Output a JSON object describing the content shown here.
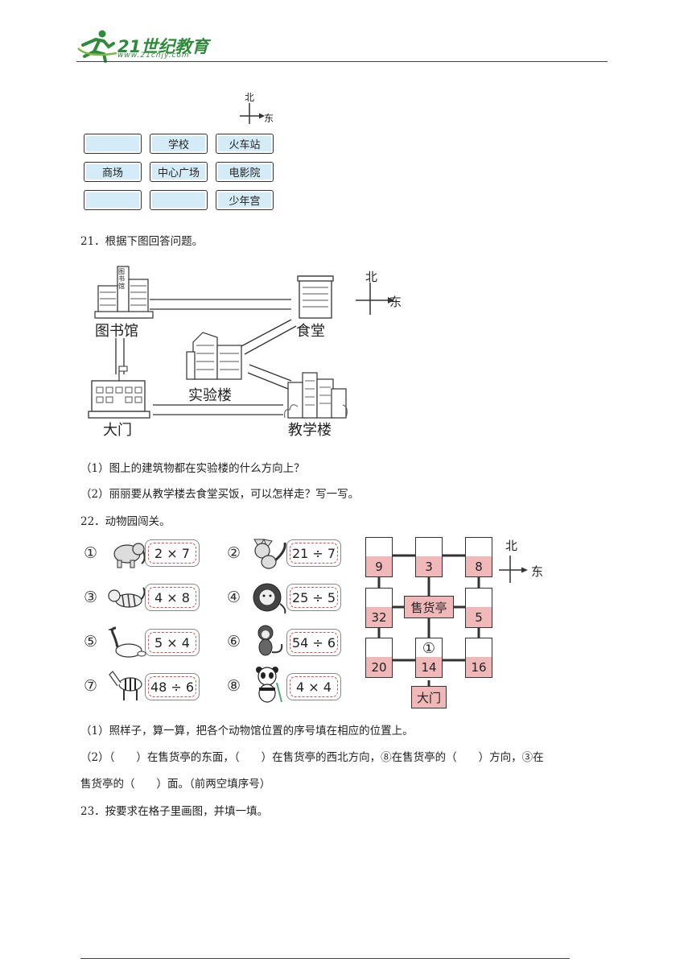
{
  "header": {
    "logo_text": "21世纪教育",
    "logo_url": "www.21cnjy.com"
  },
  "compass": {
    "north": "北",
    "east": "东"
  },
  "map_grid": {
    "cells": [
      "",
      "学校",
      "火车站",
      "商场",
      "中心广场",
      "电影院",
      "",
      "",
      "少年宫"
    ]
  },
  "q21": {
    "title": "21．根据下图回答问题。",
    "buildings": {
      "library": "图书馆",
      "canteen": "食堂",
      "lab": "实验楼",
      "gate": "大门",
      "teaching": "教学楼"
    },
    "library_sign": "图书馆",
    "sub1": "（1）图上的建筑物都在实验楼的什么方向上？",
    "sub2": "（2）丽丽要从教学楼去食堂买饭，可以怎样走？写一写。"
  },
  "q22": {
    "title": "22．动物园闯关。",
    "animals": [
      {
        "num": "①",
        "animal": "elephant",
        "expr": "2 × 7"
      },
      {
        "num": "②",
        "animal": "fox",
        "expr": "21 ÷ 7"
      },
      {
        "num": "③",
        "animal": "tiger",
        "expr": "4 × 8"
      },
      {
        "num": "④",
        "animal": "lion",
        "expr": "25 ÷ 5"
      },
      {
        "num": "⑤",
        "animal": "goose",
        "expr": "5 × 4"
      },
      {
        "num": "⑥",
        "animal": "monkey",
        "expr": "54 ÷ 6"
      },
      {
        "num": "⑦",
        "animal": "zebra",
        "expr": "48 ÷ 6"
      },
      {
        "num": "⑧",
        "animal": "panda",
        "expr": "4 × 4"
      }
    ],
    "zoo_map": {
      "row1": [
        "9",
        "3",
        "8"
      ],
      "row2_left": "32",
      "row2_right": "5",
      "kiosk": "售货亭",
      "row3": [
        "20",
        "14",
        "16"
      ],
      "example_label": "①",
      "gate": "大门"
    },
    "sub1": "（1）照样子，算一算，把各个动物馆位置的序号填在相应的位置上。",
    "sub2_line1": "（2）（　　）在售货亭的东面，（　　）在售货亭的西北方向，⑧在售货亭的（　　）方向，③在",
    "sub2_line2": "售货亭的（　　）面。（前两空填序号）"
  },
  "q23": {
    "title": "23．按要求在格子里画图，并填一填。"
  }
}
